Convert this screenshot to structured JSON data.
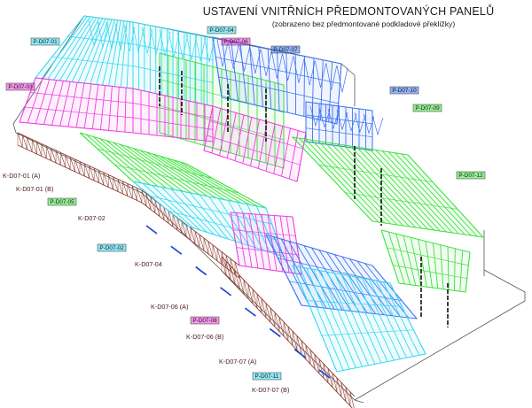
{
  "title": "USTAVENÍ VNITŘNÍCH PŘEDMONTOVANÝCH PANELŮ",
  "subtitle": "(zobrazeno bez předmontované podkladové překližky)",
  "colors": {
    "cyan": "#35d8f0",
    "magenta": "#ee3ee0",
    "green": "#3ee23e",
    "blue": "#3c74f2",
    "truss": "#8b3a2e",
    "outline": "#555555",
    "black": "#111111",
    "dash": "#1a3cd8"
  },
  "panel_labels": [
    {
      "id": "p1",
      "text": "P-D07-01",
      "color": "cyan"
    },
    {
      "id": "p2",
      "text": "P-D07-03",
      "color": "magenta"
    },
    {
      "id": "p3",
      "text": "P-D07-04",
      "color": "cyan"
    },
    {
      "id": "p4",
      "text": "P-D07-06",
      "color": "magenta"
    },
    {
      "id": "p5",
      "text": "P-D07-07",
      "color": "blue"
    },
    {
      "id": "p6",
      "text": "P-D07-10",
      "color": "blue"
    },
    {
      "id": "p7",
      "text": "P-D07-09",
      "color": "green"
    },
    {
      "id": "p8",
      "text": "P-D07-12",
      "color": "green"
    },
    {
      "id": "p9",
      "text": "P-D07-05",
      "color": "green"
    },
    {
      "id": "p10",
      "text": "P-D07-02",
      "color": "cyan"
    },
    {
      "id": "p11",
      "text": "P-D07-08",
      "color": "magenta"
    },
    {
      "id": "p12",
      "text": "P-D07-11",
      "color": "cyan"
    }
  ],
  "k_labels": [
    {
      "id": "k1",
      "text": "K-D07-01 (A)"
    },
    {
      "id": "k2",
      "text": "K-D07-01 (B)"
    },
    {
      "id": "k3",
      "text": "K-D07-02"
    },
    {
      "id": "k4",
      "text": "K-D07-04"
    },
    {
      "id": "k5",
      "text": "K-D07-06 (A)"
    },
    {
      "id": "k6",
      "text": "K-D07-06 (B)"
    },
    {
      "id": "k7",
      "text": "K-D07-07 (A)"
    },
    {
      "id": "k8",
      "text": "K-D07-07 (B)"
    }
  ]
}
